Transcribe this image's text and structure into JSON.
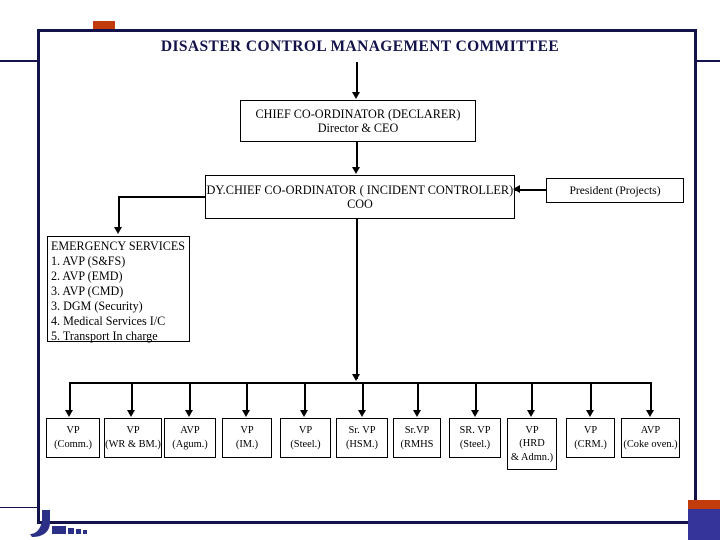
{
  "slide": {
    "title": "DISASTER  CONTROL MANAGEMENT COMMITTEE"
  },
  "nodes": {
    "chief": {
      "line1": "CHIEF CO-ORDINATOR (DECLARER)",
      "line2": "Director & CEO"
    },
    "deputy_chief": {
      "line1": "DY.CHIEF CO-ORDINATOR ( INCIDENT  CONTROLLER)",
      "line2": "COO"
    },
    "president": {
      "label": "President (Projects)"
    }
  },
  "emergency_services": {
    "heading": "EMERGENCY SERVICES",
    "items": [
      "1. AVP (S&FS)",
      "2. AVP (EMD)",
      "3. AVP (CMD)",
      "3. DGM (Security)",
      "4. Medical Services I/C",
      "5. Transport In charge"
    ]
  },
  "leaf_nodes": [
    {
      "line1": "VP",
      "line2": "(Comm.)",
      "line3": ""
    },
    {
      "line1": "VP",
      "line2": "(WR & BM.)",
      "line3": ""
    },
    {
      "line1": "AVP",
      "line2": "(Agum.)",
      "line3": ""
    },
    {
      "line1": "VP",
      "line2": "(IM.)",
      "line3": ""
    },
    {
      "line1": "VP",
      "line2": "(Steel.)",
      "line3": ""
    },
    {
      "line1": "Sr. VP",
      "line2": "(HSM.)",
      "line3": ""
    },
    {
      "line1": "Sr.VP",
      "line2": "(RMHS",
      "line3": ""
    },
    {
      "line1": "SR. VP",
      "line2": "(Steel.)",
      "line3": ""
    },
    {
      "line1": "VP",
      "line2": "(HRD",
      "line3": "& Admn.)"
    },
    {
      "line1": "VP",
      "line2": "(CRM.)",
      "line3": ""
    },
    {
      "line1": "AVP",
      "line2": "(Coke oven.)",
      "line3": ""
    }
  ],
  "colors": {
    "title_navy": "#13124a",
    "frame_navy": "#13124a",
    "accent_red": "#c23b0c",
    "accent_blue": "#35349a",
    "box_border": "#000000",
    "background": "#ffffff"
  }
}
